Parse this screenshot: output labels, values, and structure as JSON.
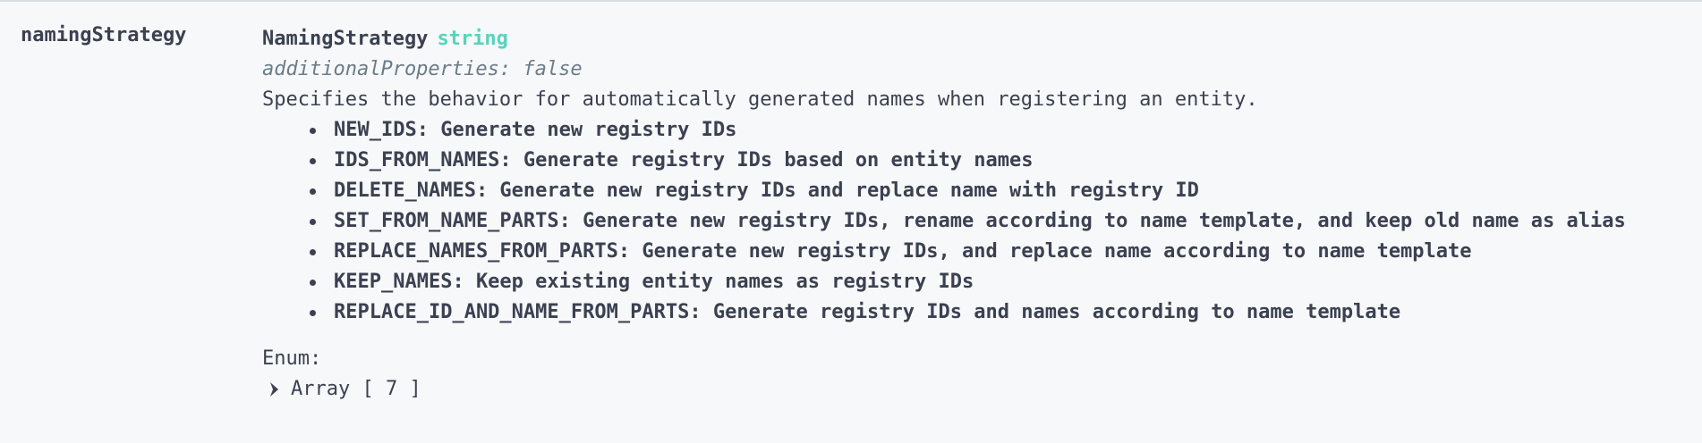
{
  "property": {
    "name": "namingStrategy",
    "type_name": "NamingStrategy",
    "type_kind": "string",
    "additional_properties": "additionalProperties: false",
    "description": "Specifies the behavior for automatically generated names when registering an entity.",
    "enum_descriptions": [
      {
        "text": "NEW_IDS: Generate new registry IDs"
      },
      {
        "text": "IDS_FROM_NAMES: Generate registry IDs based on entity names"
      },
      {
        "text": "DELETE_NAMES: Generate new registry IDs and replace name with registry ID"
      },
      {
        "text": "SET_FROM_NAME_PARTS: Generate new registry IDs, rename according to name template, and keep old name as alias"
      },
      {
        "text": "REPLACE_NAMES_FROM_PARTS: Generate new registry IDs, and replace name according to name template"
      },
      {
        "text": "KEEP_NAMES: Keep existing entity names as registry IDs"
      },
      {
        "text": "REPLACE_ID_AND_NAME_FROM_PARTS: Generate registry IDs and names according to name template"
      }
    ],
    "enum_label": "Enum:",
    "enum_array_label": "Array [ 7 ]",
    "enum_array_icon": "chevron-right-icon"
  },
  "colors": {
    "background": "#f6f8f9",
    "text": "#3b4151",
    "type_accent": "#55d4bb",
    "muted": "#6b7c88"
  }
}
